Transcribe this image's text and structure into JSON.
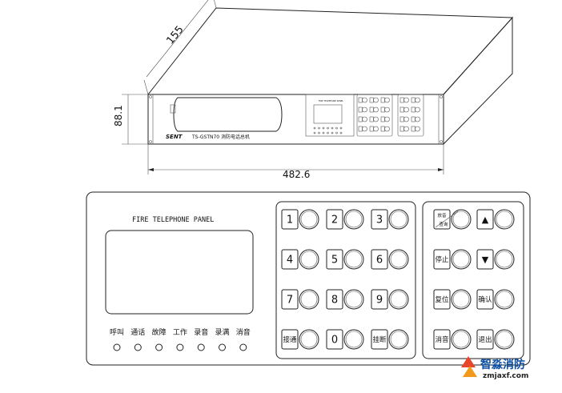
{
  "dimensions": {
    "depth": "155",
    "height": "88.1",
    "width": "482.6"
  },
  "device": {
    "brand": "SENT",
    "model_label": "TS-GSTN70  消防电话总机",
    "mini_title": "FIRE TELEPHONE PANEL"
  },
  "panel": {
    "title": "FIRE TELEPHONE PANEL",
    "indicators": [
      "呼叫",
      "通话",
      "故障",
      "工作",
      "录音",
      "录满",
      "消音"
    ],
    "keypad": [
      [
        "1",
        "2",
        "3"
      ],
      [
        "4",
        "5",
        "6"
      ],
      [
        "7",
        "8",
        "9"
      ],
      [
        "接通",
        "0",
        "挂断"
      ]
    ],
    "function_keys": [
      [
        "放音/查询",
        "▲"
      ],
      [
        "停止",
        "▼"
      ],
      [
        "复位",
        "确认"
      ],
      [
        "消音",
        "退出"
      ]
    ]
  },
  "watermark": {
    "name": "智淼消防",
    "url": "zmjaxf.com"
  }
}
